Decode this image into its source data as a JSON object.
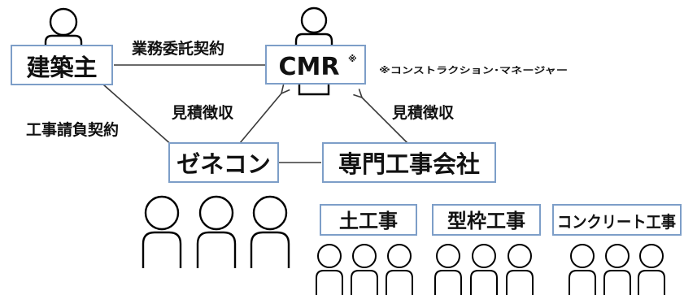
{
  "nodes": {
    "owner": "建築主",
    "cmr": "CMR",
    "cmr_mark": "※",
    "general_contractor": "ゼネコン",
    "specialty_contractor": "専門工事会社",
    "earthwork": "土工事",
    "formwork": "型枠工事",
    "concrete_work": "コンクリート工事"
  },
  "relations": {
    "service_contract": "業務委託契約",
    "construction_contract": "工事請負契約",
    "estimate_to_gc": "見積徴収",
    "estimate_to_specialty": "見積徴収"
  },
  "footnote": "※コンストラクション･マネージャー",
  "colors": {
    "box_border": "#7d9ec8",
    "line": "#3a3a3a",
    "text": "#111111",
    "person_outline": "#000000"
  }
}
